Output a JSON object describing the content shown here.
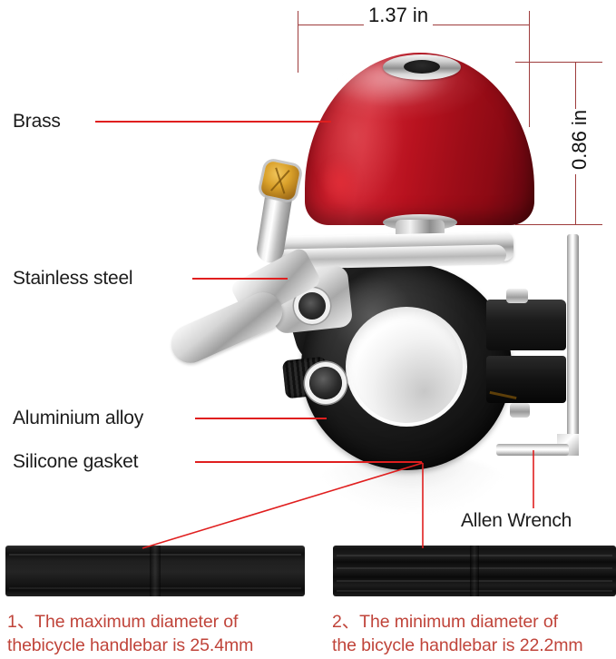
{
  "product": {
    "name": "bicycle-bell",
    "colors": {
      "bell_red": "#B8121F",
      "chrome": "#E3E3E3",
      "black_anodized": "#141414",
      "brass": "#D9A02A",
      "leader_line_red": "#E01F1F",
      "dimension_line_red": "#9E3C3C",
      "footnote_red": "#C0443A",
      "label_text": "#1C1C1C",
      "background": "#FFFFFF"
    }
  },
  "dimensions": {
    "width": {
      "value": "1.37 in",
      "orientation": "horizontal",
      "measures": "bell dome diameter"
    },
    "height": {
      "value": "0.86 in",
      "orientation": "vertical",
      "measures": "bell dome height"
    }
  },
  "callouts": [
    {
      "id": "brass",
      "label": "Brass",
      "points_to": "bell-dome"
    },
    {
      "id": "stainless-steel",
      "label": "Stainless steel",
      "points_to": "striker-lever"
    },
    {
      "id": "aluminium-alloy",
      "label": "Aluminium alloy",
      "points_to": "clamp-ring"
    },
    {
      "id": "silicone-gasket",
      "label": "Silicone gasket",
      "points_to": "gasket-strips"
    },
    {
      "id": "allen-wrench",
      "label": "Allen Wrench",
      "points_to": "allen-wrench"
    }
  ],
  "footnotes": [
    {
      "id": "note-1",
      "index": "1、",
      "line1": "The maximum diameter of",
      "line2": "thebicycle handlebar is 25.4mm",
      "full": "1、The maximum diameter of thebicycle handlebar is 25.4mm"
    },
    {
      "id": "note-2",
      "index": "2、",
      "line1": "The minimum diameter of",
      "line2": "the bicycle handlebar is 22.2mm",
      "full": "2、The minimum diameter of the bicycle handlebar is 22.2mm"
    }
  ],
  "parts": {
    "bell_dome": "bell-dome",
    "top_hub": "bell-top-hub",
    "striker_lever": "striker-lever",
    "brass_screw": "brass-hex-screw",
    "clamp_ring": "clamp-ring",
    "knurled_bolt": "knurled-bolt",
    "allen_wrench": "allen-wrench",
    "gasket_left": "gasket-strip-thin",
    "gasket_right": "gasket-strip-thick"
  }
}
